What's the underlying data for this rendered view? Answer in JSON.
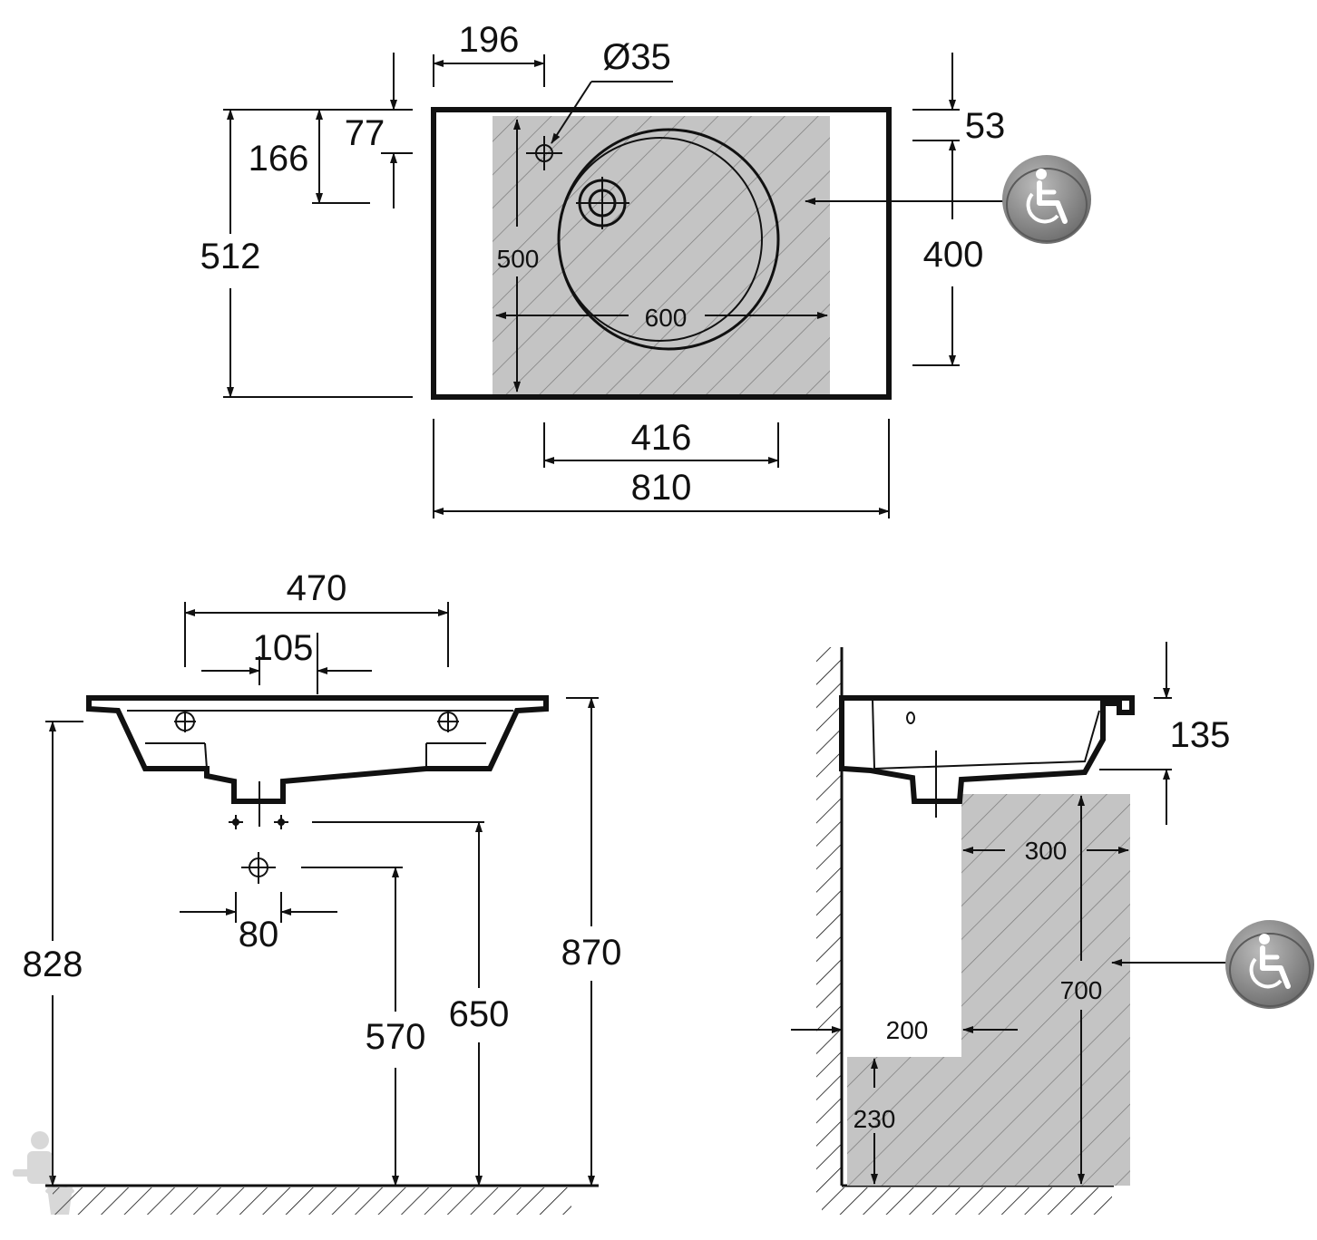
{
  "top_view": {
    "dimensions": {
      "left_offset": "196",
      "hole_diameter": "Ø35",
      "hole_offset_small": "77",
      "hole_offset": "166",
      "depth": "512",
      "zone_depth": "500",
      "zone_width": "600",
      "access_height": "53",
      "access_depth": "400",
      "basin_width": "416",
      "total_width": "810"
    },
    "icon": "wheelchair-icon"
  },
  "front_view": {
    "dimensions": {
      "overall_width": "470",
      "tap_spacing": "105",
      "drain_spacing": "80",
      "rim_to_floor_left": "828",
      "height_570": "570",
      "height_650": "650",
      "height_870": "870"
    }
  },
  "side_view": {
    "dimensions": {
      "basin_height": "135",
      "knee_depth": "300",
      "knee_height": "700",
      "toe_depth": "200",
      "toe_height": "230"
    },
    "icon": "wheelchair-icon"
  },
  "colors": {
    "line": "#111111",
    "zone_fill": "#c4c4c4",
    "icon_fill": "#8c8c8c"
  }
}
